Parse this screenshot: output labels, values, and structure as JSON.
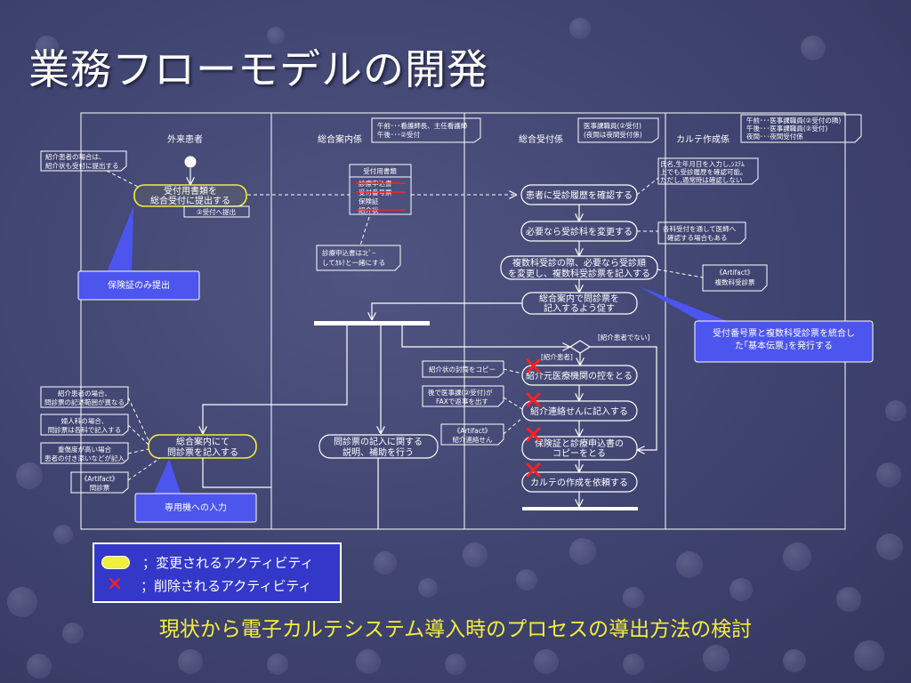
{
  "title": "業務フローモデルの開発",
  "subtitle": "現状から電子カルテシステム導入時のプロセスの導出方法の検討",
  "lanes": {
    "outpatient": "外来患者",
    "reception_info": "総合案内係",
    "reception_desk": "総合受付係",
    "chart_creation": "カルテ作成係"
  },
  "staff_notes": {
    "info_l1": "午前･･･看護師長、主任看護師",
    "info_l2": "午後･･･②受付",
    "desk_l1": "医事課職員(②受付)",
    "desk_l2": "(夜間は夜間受付係)",
    "chart_l1": "午前･･･医事課職員(②受付の隣)",
    "chart_l2": "午後･･･医事課職員(②受付)",
    "chart_l3": "夜間･･･夜間受付係"
  },
  "activities": {
    "submit_docs_l1": "受付用書類を",
    "submit_docs_l2": "総合受付に提出する",
    "check_history": "患者に受診履歴を確認する",
    "change_dept": "必要なら受診科を変更する",
    "multi_dept_l1": "複数科受診の際、必要なら受診順",
    "multi_dept_l2": "を変更し、複数科受診票を記入する",
    "prompt_l1": "総合案内で問診票を",
    "prompt_l2": "記入するよう促す",
    "fill_form_l1": "総合案内にて",
    "fill_form_l2": "問診票を記入する",
    "explain_l1": "問診票の記入に関する",
    "explain_l2": "説明、補助を行う",
    "referral_copy": "紹介元医療機関の控をとる",
    "referral_note": "紹介連絡せんに記入する",
    "insurance_copy_l1": "保険証と診療申込書の",
    "insurance_copy_l2": "コピーをとる",
    "request_chart": "カルテの作成を依頼する"
  },
  "doc_box": {
    "header": "受付用書類",
    "items": [
      "診療申込書",
      "受付番号票",
      "保険証",
      "紹介状"
    ]
  },
  "notes": {
    "referral_l1": "紹介患者の場合は、",
    "referral_l2": "紹介状も受付に提出する",
    "to_desk2": "②受付へ提出",
    "copy_with_chart_l1": "診療申込書はｺﾋﾟｰ",
    "copy_with_chart_l2": "してｶﾙﾃと一緒にする",
    "history_l1": "氏名,生年月日を入力し,ｼｽﾃﾑ",
    "history_l2": "上でも受診履歴を確認可能。",
    "history_l3": "ただし,通常時は確認しない",
    "dept_l1": "各科受付を通して医師へ",
    "dept_l2": "確認する場合もある",
    "artifact1_l1": "《Artifact》",
    "artifact1_l2": "複数科受診票",
    "referral_scope_l1": "紹介患者の場合、",
    "referral_scope_l2": "問診票の記述範囲が異なる",
    "gyn_l1": "婦人科の場合、",
    "gyn_l2": "問診票は各科で記入する",
    "severe_l1": "重傷度が高い場合",
    "severe_l2": "患者の付き添いなどが記入",
    "artifact2_l1": "《Artifact》",
    "artifact2_l2": "問診票",
    "seal_copy": "紹介状の封筒をコピー",
    "fax_l1": "後で医事課(②受付)が",
    "fax_l2": "FAXで返事を出す",
    "artifact3_l1": "《Artifact》",
    "artifact3_l2": "紹介連絡せん"
  },
  "guards": {
    "not_referral": "[紹介患者でない]",
    "referral": "[紹介患者]"
  },
  "callouts": {
    "insurance_only": "保険証のみ提出",
    "special_machine": "専用機への入力",
    "basic_slip_l1": "受付番号票と複数科受診票を統合し",
    "basic_slip_l2": "た｢基本伝票｣を発行する"
  },
  "legend": {
    "changed": "；変更されるアクティビティ",
    "deleted": "；削除されるアクティビティ"
  },
  "colors": {
    "accent_yellow": "#f4ee3a",
    "delete_red": "#ff2020",
    "callout_blue": "#4c55ee",
    "legend_blue": "#3338c9"
  }
}
